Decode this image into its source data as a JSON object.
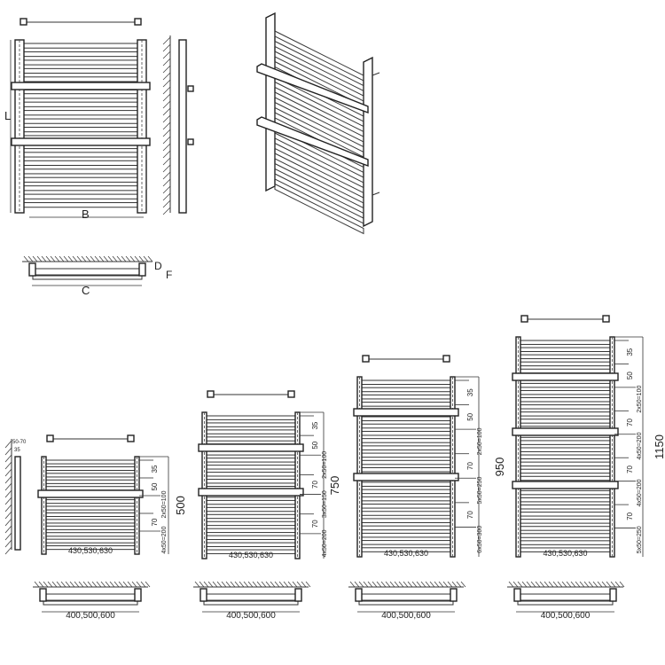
{
  "schematic": {
    "label_height": "L",
    "label_width": "B",
    "label_centers": "C",
    "label_depth": "D",
    "label_wall_gap": "F"
  },
  "side_view": {
    "label_gap": "50-70",
    "label_offset": "35"
  },
  "models": [
    {
      "height": "500",
      "width_label": "430,530,630",
      "centers_label": "400,500,600",
      "rungs": 14,
      "towel_bars": 1,
      "dims": [
        "35",
        "50",
        "2x50=100",
        "70",
        "4x50=200"
      ]
    },
    {
      "height": "750",
      "width_label": "430,530,630",
      "centers_label": "400,500,600",
      "rungs": 20,
      "towel_bars": 2,
      "dims": [
        "35",
        "50",
        "2x50=100",
        "70",
        "3x50=150",
        "70",
        "4x50=200"
      ]
    },
    {
      "height": "950",
      "width_label": "430,530,630",
      "centers_label": "400,500,600",
      "rungs": 24,
      "towel_bars": 2,
      "dims": [
        "35",
        "50",
        "2x50=100",
        "70",
        "5x50=250",
        "70",
        "6x50=300"
      ]
    },
    {
      "height": "1150",
      "width_label": "430,530,630",
      "centers_label": "400,500,600",
      "rungs": 30,
      "towel_bars": 3,
      "dims": [
        "35",
        "50",
        "2x50=100",
        "70",
        "4x50=200",
        "70",
        "4x50=200",
        "70",
        "5x50=250"
      ]
    }
  ]
}
